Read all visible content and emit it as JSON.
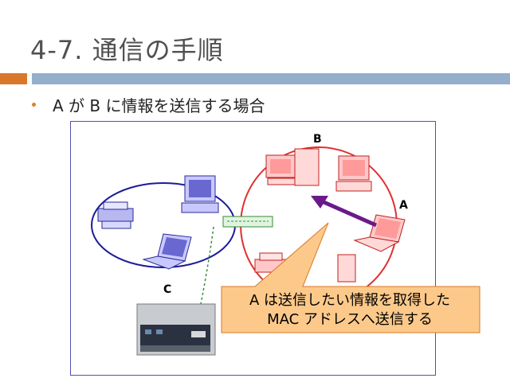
{
  "slide": {
    "title": "4-7. 通信の手順",
    "subtitle": "A が B に情報を送信する場合"
  },
  "diagram": {
    "node_labels": {
      "a": "A",
      "b": "B",
      "c": "C"
    },
    "callout": {
      "line1": "A は送信したい情報を取得した",
      "line2": "MAC アドレスへ送信する"
    }
  },
  "colors": {
    "accent_orange": "#d9772b",
    "header_blue": "#94aecb",
    "ring_blue": "#1a1a9a",
    "ring_red": "#e03030",
    "arrow_purple": "#6a1a8a",
    "callout_fill": "#fcc98a",
    "switch_green": "#3a8a3a"
  }
}
